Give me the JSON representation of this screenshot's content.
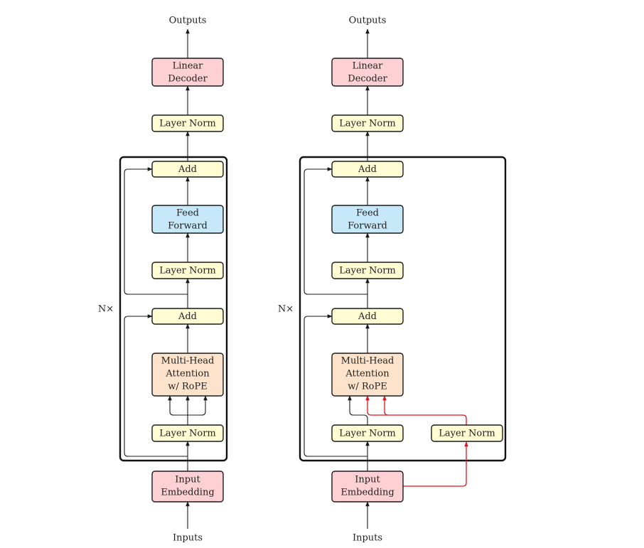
{
  "labels": {
    "outputs": "Outputs",
    "inputs": "Inputs",
    "repeat": "N×",
    "linear_decoder": [
      "Linear",
      "Decoder"
    ],
    "layer_norm": "Layer Norm",
    "add": "Add",
    "feed_forward": [
      "Feed",
      "Forward"
    ],
    "attention": [
      "Multi-Head",
      "Attention",
      "w/ RoPE"
    ],
    "input_embedding": [
      "Input",
      "Embedding"
    ]
  },
  "colors": {
    "norm_fill": "#fffbd2",
    "embed_fill": "#fdd0d3",
    "ffn_fill": "#c6e8f8",
    "attn_fill": "#fde3cb",
    "highlight_edge": "#e0141c"
  }
}
